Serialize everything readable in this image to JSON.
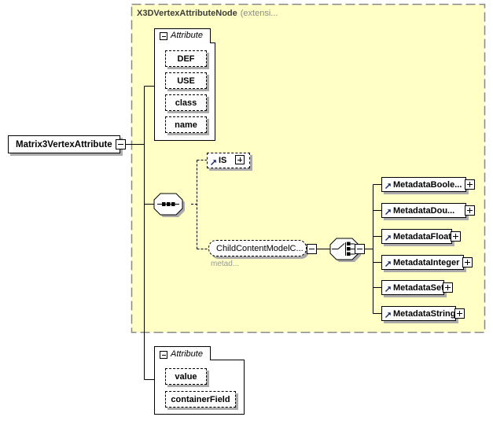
{
  "diagram": {
    "root_element": {
      "label": "Matrix3VertexAttribute"
    },
    "base_type": {
      "title": "X3DVertexAttributeNode",
      "suffix": "(extensi..."
    },
    "inherited_attributes": {
      "header": "Attribute",
      "items": [
        "DEF",
        "USE",
        "class",
        "name"
      ]
    },
    "is_element": {
      "label": "IS"
    },
    "child_content": {
      "label": "ChildContentModelC...",
      "annotation": "metad..."
    },
    "metadata_elements": [
      "MetadataBoole...",
      "MetadataDou...",
      "MetadataFloat",
      "MetadataInteger",
      "MetadataSet",
      "MetadataString"
    ],
    "local_attributes": {
      "header": "Attribute",
      "items": [
        "value",
        "containerField"
      ]
    },
    "icons": {
      "collapse_glyph": "−",
      "expand_glyph": "+",
      "reference_arrow_glyph": "↗",
      "sequence_icon": "three-squares-in-line",
      "choice_icon": "switch-to-three-squares"
    },
    "colors": {
      "region_background": "#FFFFC6",
      "region_border": "#888888",
      "box_border": "#000000",
      "shadow": "#ABABAB",
      "muted_text": "#9A9A9A",
      "title_text": "#3C3C3C",
      "reference_arrow": "#1B2A68"
    }
  }
}
